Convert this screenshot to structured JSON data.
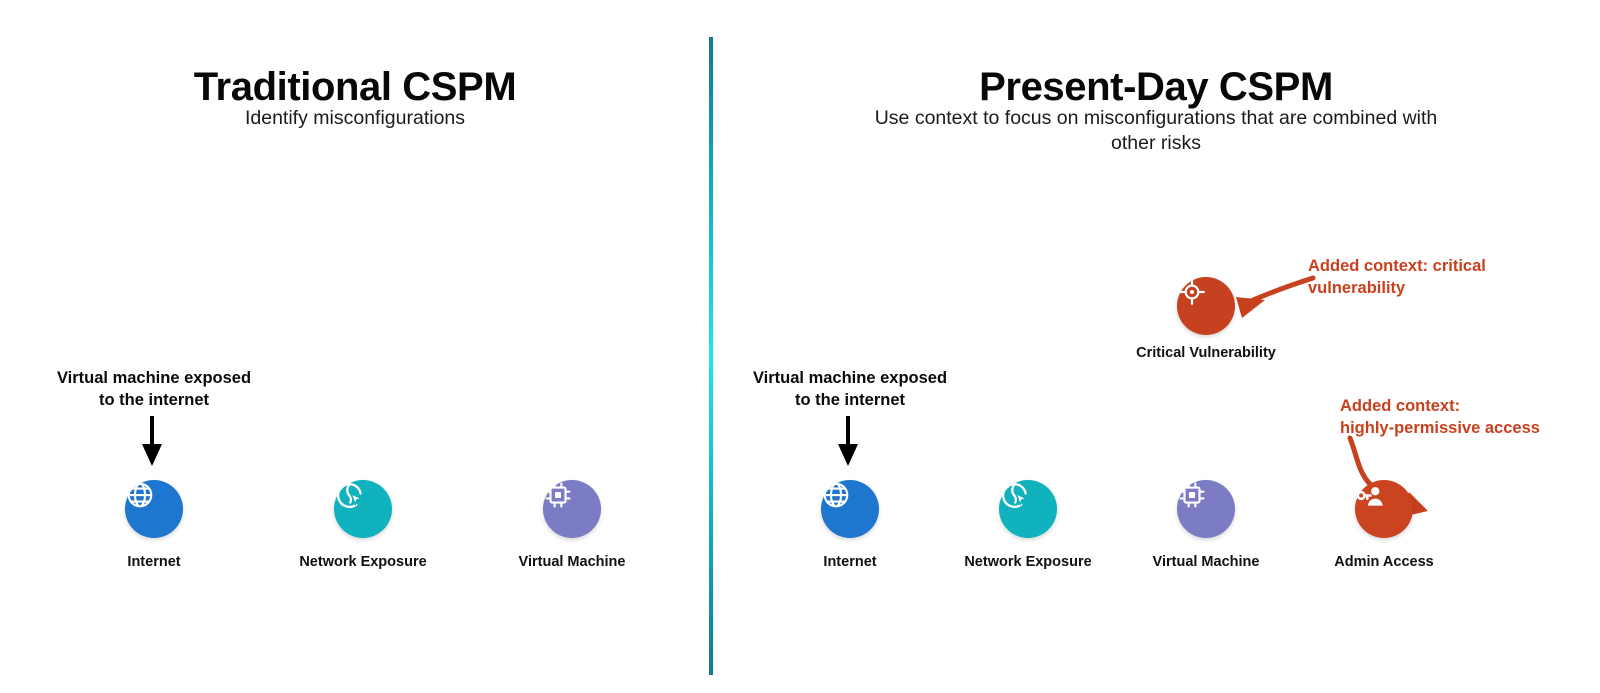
{
  "colors": {
    "internet": "#1f76ce",
    "network": "#0fb2bd",
    "virtual_machine": "#7b7cc4",
    "critical_vulnerability": "#c6411f",
    "admin_access": "#cb4420",
    "annotation_red": "#c8411e",
    "divider_cyan": "#22e2f8",
    "divider_teal": "#14798f",
    "callout_black": "#0a0a0a"
  },
  "left_panel": {
    "title": "Traditional CSPM",
    "subtitle": "Identify misconfigurations",
    "callout": "Virtual machine exposed\nto the internet",
    "nodes": [
      {
        "id": "internet",
        "label": "Internet",
        "icon": "globe-icon"
      },
      {
        "id": "network",
        "label": "Network Exposure",
        "icon": "globe-cursor-icon"
      },
      {
        "id": "virtual-machine",
        "label": "Virtual Machine",
        "icon": "cpu-chip-icon"
      }
    ]
  },
  "right_panel": {
    "title": "Present-Day CSPM",
    "subtitle": "Use context to focus on misconfigurations that are combined with other risks",
    "callout": "Virtual machine exposed\nto the internet",
    "nodes": [
      {
        "id": "internet",
        "label": "Internet",
        "icon": "globe-icon"
      },
      {
        "id": "network",
        "label": "Network Exposure",
        "icon": "globe-cursor-icon"
      },
      {
        "id": "virtual-machine",
        "label": "Virtual Machine",
        "icon": "cpu-chip-icon"
      },
      {
        "id": "admin-access",
        "label": "Admin Access",
        "icon": "key-user-icon"
      },
      {
        "id": "critical-vulnerability",
        "label": "Critical Vulnerability",
        "icon": "crosshair-target-icon"
      }
    ],
    "annotations": [
      {
        "id": "vulnerability",
        "text": "Added context: critical\nvulnerability"
      },
      {
        "id": "admin-access",
        "text": "Added context:\nhighly-permissive access"
      }
    ]
  }
}
